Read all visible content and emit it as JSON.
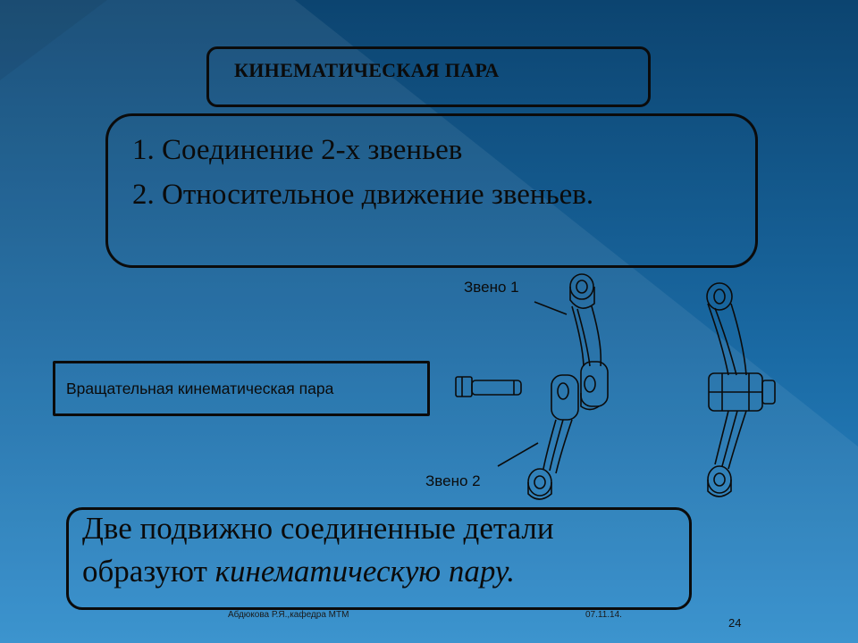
{
  "slide": {
    "title": "КИНЕМАТИЧЕСКАЯ ПАРА",
    "definition": {
      "line1": "1. Соединение 2-х звеньев",
      "line2": "2. Относительное движение звеньев."
    },
    "rotational_pair_label": "Вращательная кинематическая пара",
    "callouts": {
      "link1": "Звено 1",
      "link2": "Звено 2"
    },
    "summary": {
      "line1": "Две подвижно соединенные детали",
      "line2_plain": "образуют ",
      "line2_italic": "кинематическую пару."
    },
    "footer": {
      "author": "Абдюкова Р.Я.,кафедра МТМ",
      "date": "07.11.14.",
      "page_number": "24"
    }
  },
  "colors": {
    "background_dark": "#0d4a78",
    "background_light": "#2f86c2",
    "outline": "#0b0b0b"
  },
  "icons": [
    "link-1-drawing",
    "pin-drawing",
    "link-2-drawing",
    "assembled-pair-drawing"
  ]
}
